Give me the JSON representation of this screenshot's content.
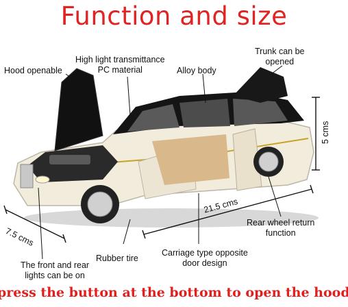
{
  "title": "Function and size",
  "labels": {
    "hood": "Hood openable",
    "pc_line1": "High light transmittance",
    "pc_line2": "PC material",
    "alloy": "Alloy body",
    "trunk_line1": "Trunk can be",
    "trunk_line2": "opened",
    "height": "5 cms",
    "width": "7.5 cms",
    "length": "21.5 cms",
    "rear_line1": "Rear wheel return",
    "rear_line2": "function",
    "tire": "Rubber tire",
    "carriage_line1": "Carriage type opposite",
    "carriage_line2": "door design",
    "lights_line1": "The front and rear",
    "lights_line2": "lights can be on"
  },
  "bottom_note": "press the button at the bottom to open the hood",
  "colors": {
    "title": "#e02323",
    "body": "#f2ecdc",
    "roof": "#151515",
    "interior": "#d9b98c"
  }
}
